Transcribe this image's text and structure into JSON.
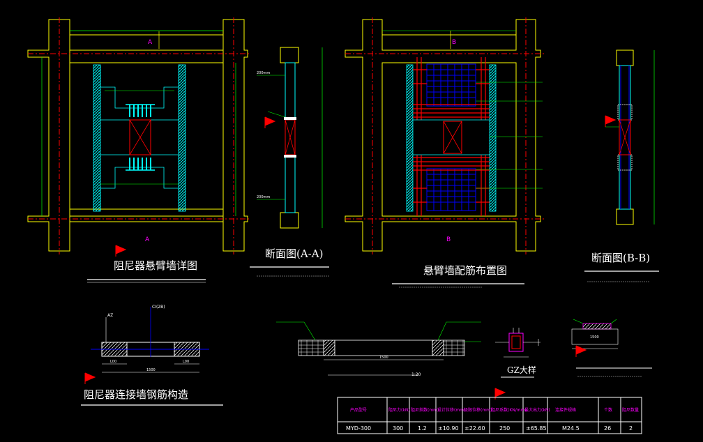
{
  "titles": {
    "detail": "阻尼器悬臂墙详图",
    "section_aa": "断面图(A-A)",
    "rebar": "悬臂墙配筋布置图",
    "section_bb": "断面图(B-B)",
    "connection": "阻尼器连接墙钢筋构造",
    "gz": "GZ大样",
    "scale": "1:20"
  },
  "markers": {
    "a_top": "A",
    "a_bottom": "A",
    "b_top": "B",
    "b_bottom": "B"
  },
  "dims": {
    "aa_top": "200mm",
    "aa_bottom": "200mm",
    "conn_left": "L00",
    "conn_right": "L00",
    "conn_total": "1500",
    "side_1500": "1500",
    "gz_dim": "1500"
  },
  "labels": {
    "conn_az": "AZ",
    "conn_ct": "CI(2B)"
  },
  "table": {
    "headers": [
      "产品型号",
      "阻尼力(kN)",
      "阻尼指数(mm)",
      "设计位移(mm)",
      "极限位移(mm)",
      "阻尼系数(KN/mm)",
      "最大出力(kN)",
      "连接件规格",
      "个数",
      "阻尼数量"
    ],
    "row": [
      "MYD-300",
      "300",
      "1.2",
      "±10.90",
      "±22.60",
      "250",
      "±65.85",
      "M24.5",
      "26",
      "2"
    ]
  },
  "colors": {
    "yellow": "#ffff00",
    "red": "#ff0000",
    "cyan": "#00ffff",
    "green": "#00ff00",
    "blue": "#0000ff",
    "magenta": "#ff00ff",
    "white": "#ffffff"
  }
}
